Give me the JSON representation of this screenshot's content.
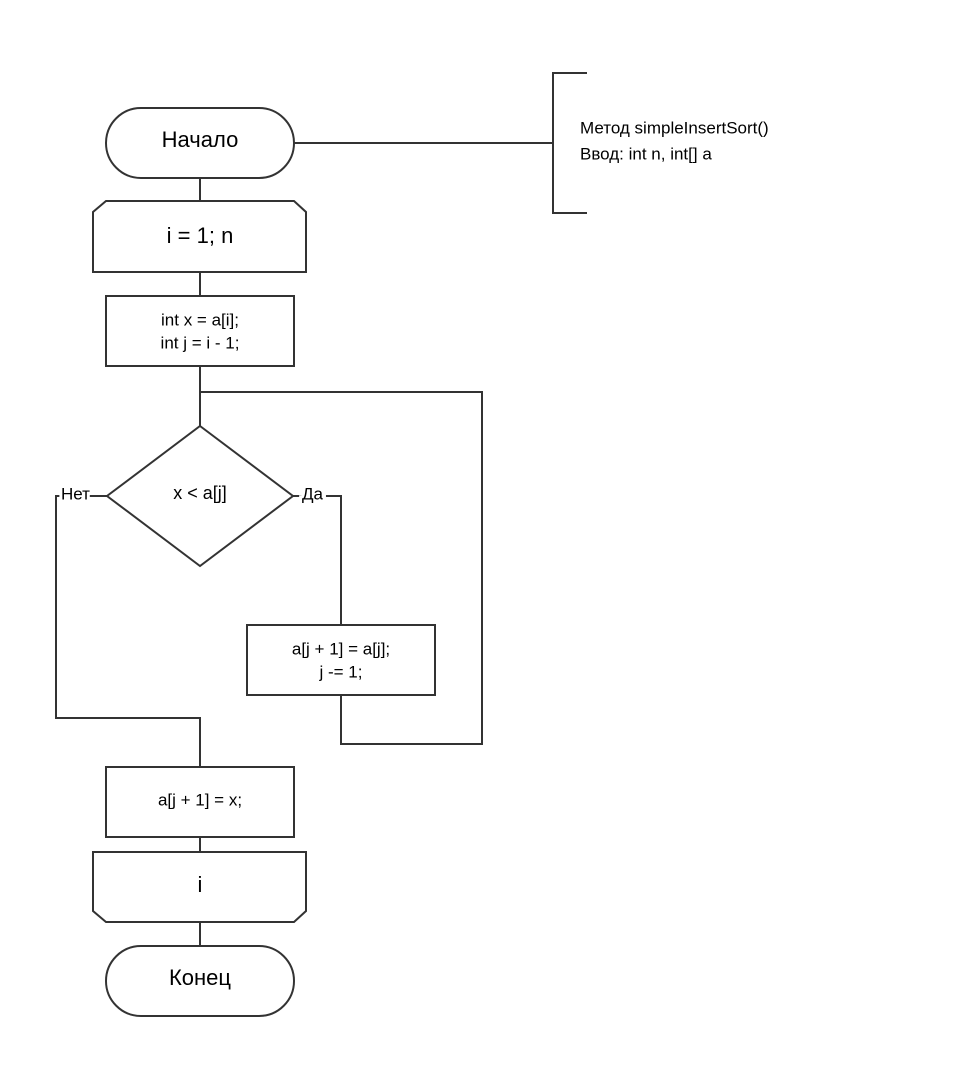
{
  "flowchart": {
    "start_label": "Начало",
    "loop_start_label": "i = 1; n",
    "init_line1": "int x = a[i];",
    "init_line2": "int j = i - 1;",
    "condition_label": "x < a[j]",
    "yes_label": "Да",
    "no_label": "Нет",
    "shift_line1": "a[j + 1] = a[j];",
    "shift_line2": "j -= 1;",
    "insert_label": "a[j + 1] = x;",
    "loop_end_label": "i",
    "end_label": "Конец"
  },
  "annotation": {
    "line1": "Метод simpleInsertSort()",
    "line2": "Ввод: int n, int[] a"
  }
}
